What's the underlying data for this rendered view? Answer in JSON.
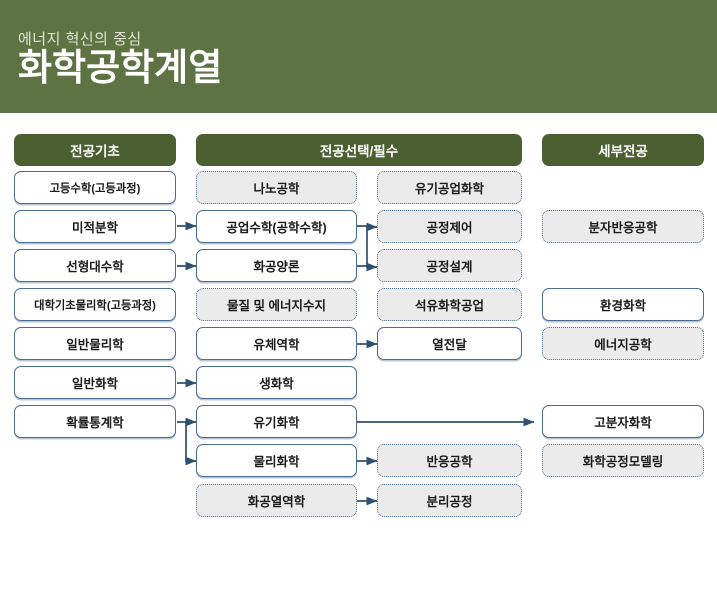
{
  "banner": {
    "subtitle": "에너지 혁신의 중심",
    "title": "화학공학계열",
    "bg_color": "#5e7343"
  },
  "palette": {
    "header_pill": "#4c5f30",
    "solid_box_border": "#4a6b94",
    "solid_box_fill": "#ffffff",
    "dotted_box_fill": "#ebebeb",
    "connector": "#2e5070"
  },
  "columns": [
    {
      "id": "col-basic",
      "label": "전공기초"
    },
    {
      "id": "col-major",
      "label": "전공선택/필수"
    },
    {
      "id": "col-detailed",
      "label": "세부전공"
    }
  ],
  "col_basic_items": [
    {
      "label": "고등수학(고등과정)",
      "style": "solid"
    },
    {
      "label": "미적분학",
      "style": "solid"
    },
    {
      "label": "선형대수학",
      "style": "solid"
    },
    {
      "label": "대학기초물리학(고등과정)",
      "style": "solid"
    },
    {
      "label": "일반물리학",
      "style": "solid"
    },
    {
      "label": "일반화학",
      "style": "solid"
    },
    {
      "label": "확률통계학",
      "style": "solid"
    }
  ],
  "col_major_left_items": [
    {
      "label": "나노공학",
      "style": "dotted"
    },
    {
      "label": "공업수학(공학수학)",
      "style": "solid"
    },
    {
      "label": "화공양론",
      "style": "solid"
    },
    {
      "label": "물질 및 에너지수지",
      "style": "dotted"
    },
    {
      "label": "유체역학",
      "style": "solid"
    },
    {
      "label": "생화학",
      "style": "solid"
    },
    {
      "label": "유기화학",
      "style": "solid"
    },
    {
      "label": "물리화학",
      "style": "solid"
    },
    {
      "label": "화공열역학",
      "style": "dotted"
    }
  ],
  "col_major_right_items": [
    {
      "label": "유기공업화학",
      "style": "dotted"
    },
    {
      "label": "공정제어",
      "style": "dotted"
    },
    {
      "label": "공정설계",
      "style": "dotted"
    },
    {
      "label": "석유화학공업",
      "style": "dotted"
    },
    {
      "label": "열전달",
      "style": "solid"
    },
    {
      "label": "반응공학",
      "style": "dotted"
    },
    {
      "label": "분리공정",
      "style": "dotted"
    }
  ],
  "col_detailed_items": [
    {
      "label": "분자반응공학",
      "style": "dotted"
    },
    {
      "label": "환경화학",
      "style": "solid"
    },
    {
      "label": "에너지공학",
      "style": "dotted"
    },
    {
      "label": "고분자화학",
      "style": "solid"
    },
    {
      "label": "화학공정모델링",
      "style": "dotted"
    }
  ]
}
